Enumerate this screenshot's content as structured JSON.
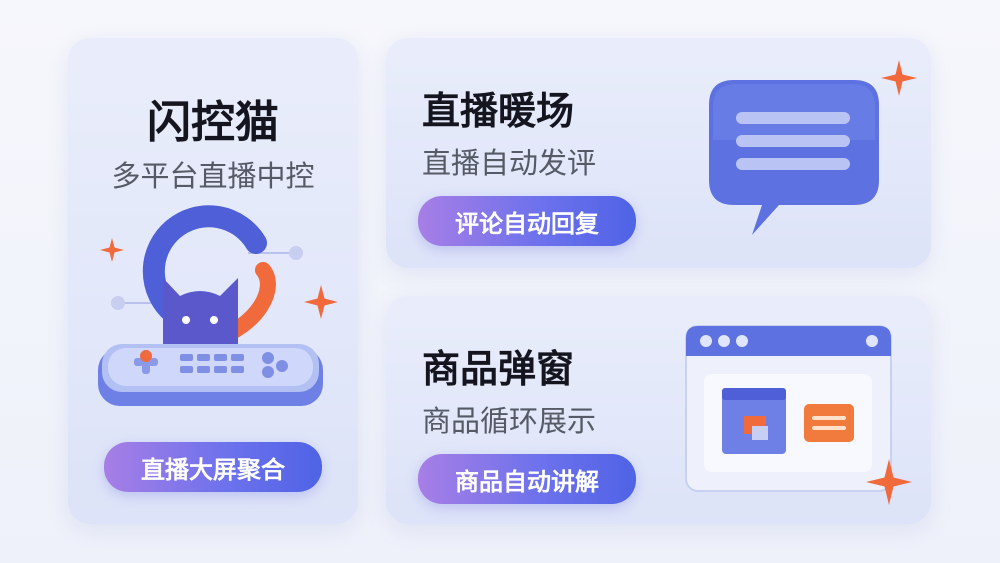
{
  "left_card": {
    "title": "闪控猫",
    "subtitle": "多平台直播中控",
    "button_label": "直播大屏聚合"
  },
  "top_card": {
    "title": "直播暖场",
    "subtitle": "直播自动发评",
    "button_label": "评论自动回复"
  },
  "bottom_card": {
    "title": "商品弹窗",
    "subtitle": "商品循环展示",
    "button_label": "商品自动讲解"
  },
  "colors": {
    "accent_blue": "#4f63e6",
    "accent_purple": "#a77ee6",
    "accent_orange": "#f06a3c"
  }
}
